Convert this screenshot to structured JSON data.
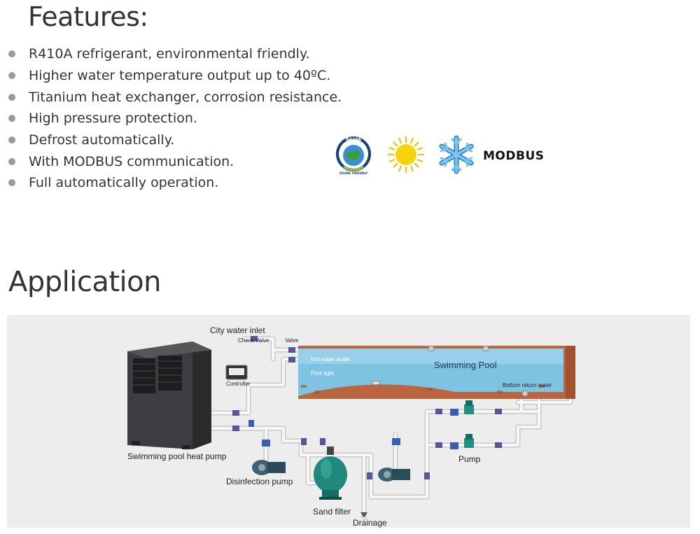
{
  "features": {
    "title": "Features:",
    "items": [
      "R410A refrigerant, environmental friendly.",
      "Higher water temperature output up to 40ºC.",
      "Titanium heat exchanger, corrosion resistance.",
      "High pressure protection.",
      "Defrost automatically.",
      "With MODBUS communication.",
      "Full automatically operation."
    ],
    "badges": {
      "r410a_top": "R410A",
      "r410a_bottom": "OZONE FRIENDLY",
      "modbus": "MODBUS"
    }
  },
  "application": {
    "title": "Application",
    "labels": {
      "city_water_inlet": "City water inlet",
      "check_valve": "Check Valve",
      "valve": "Valve",
      "controller": "Controller",
      "hot_water_outlet": "Hot water outlet",
      "pool_light": "Pool light",
      "swimming_pool": "Swimming Pool",
      "bottom_return_water": "Bottom return water",
      "heat_pump": "Swimming pool heat pump",
      "disinfection_pump": "Disinfection pump",
      "sand_filter": "Sand filter",
      "drainage": "Drainage",
      "pump": "Pump"
    }
  },
  "colors": {
    "bullet": "#9a9a9a",
    "pipe": "#f5f5f5",
    "water": "#7fc3e3",
    "brick": "#b86a45",
    "pump_green": "#1f8f84",
    "valve_red": "#c63a3a",
    "valve_blue": "#3a5db0"
  }
}
